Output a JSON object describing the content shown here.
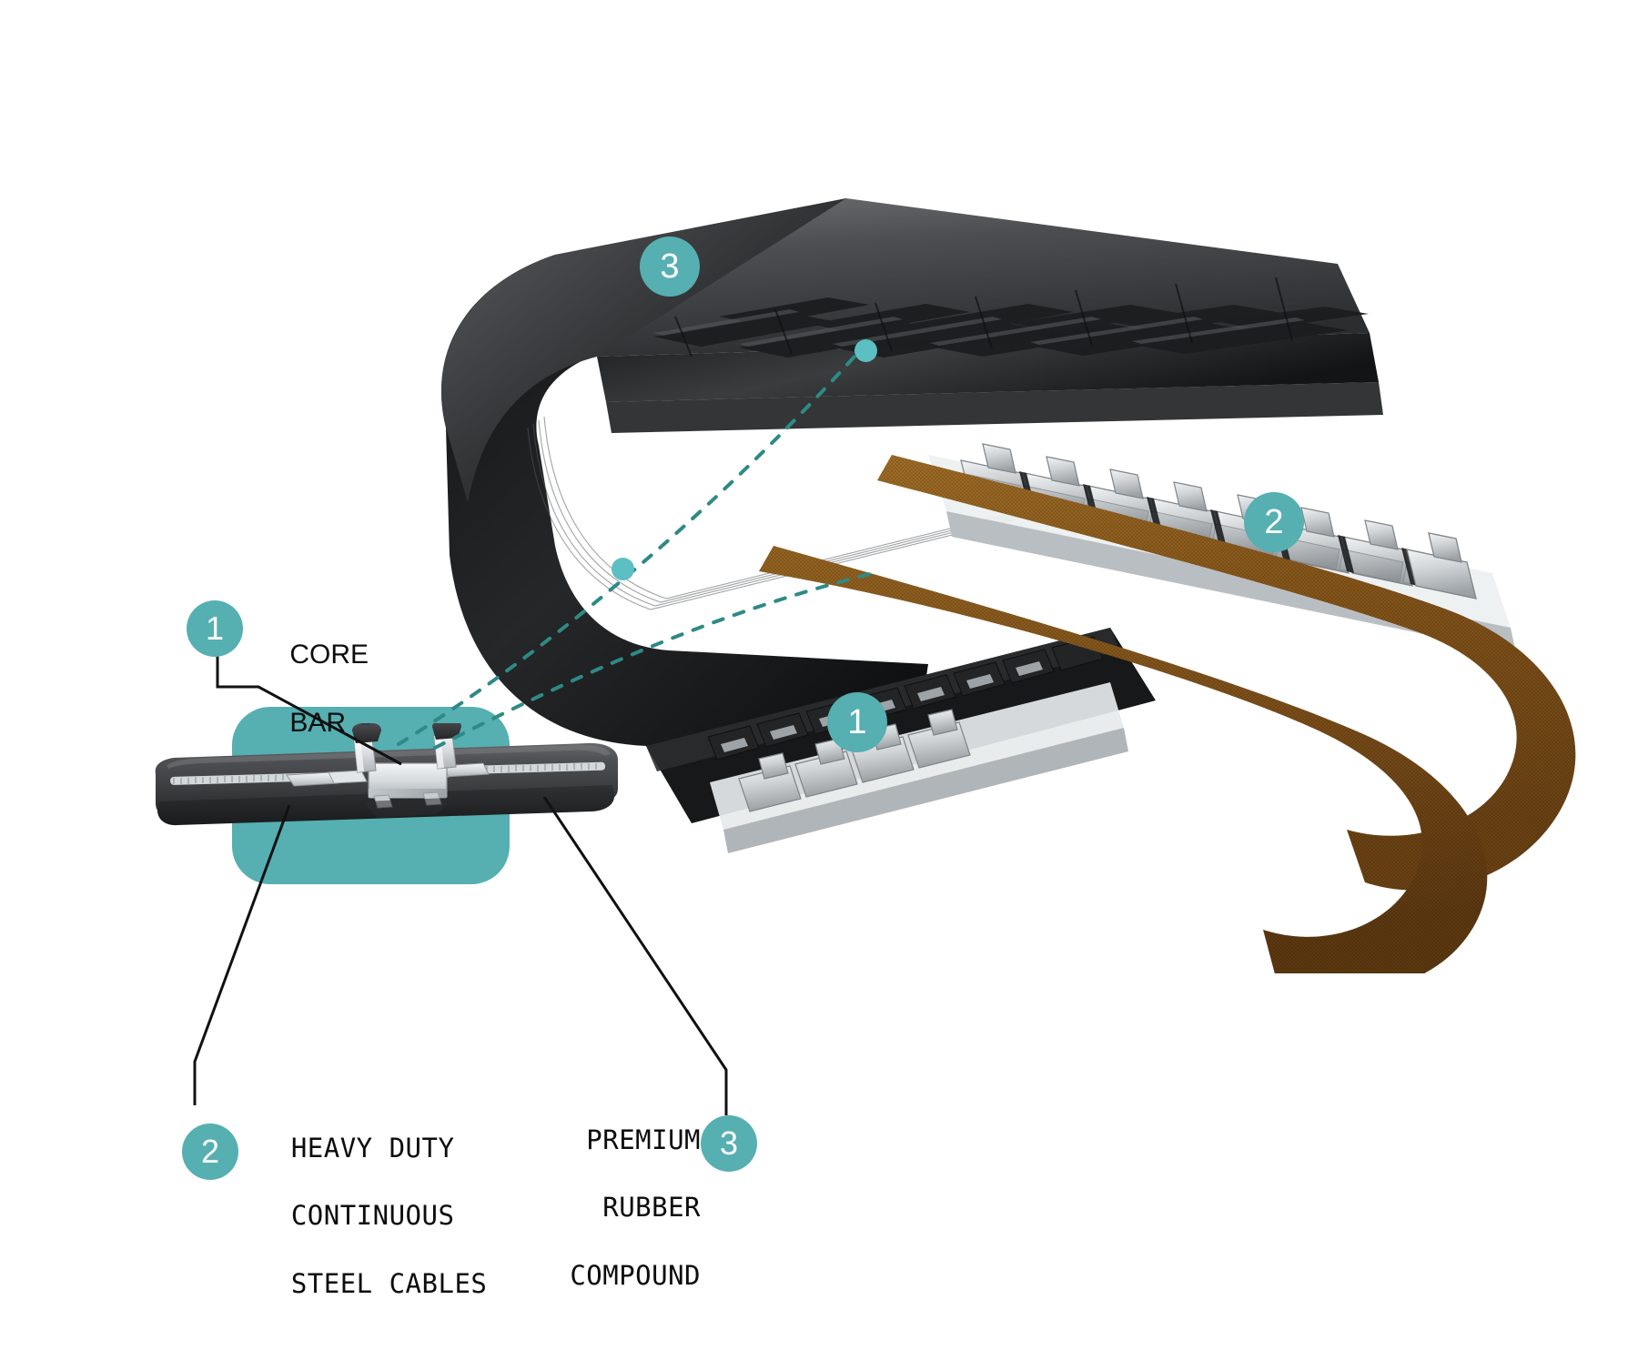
{
  "diagram": {
    "title": "Rubber Track Construction Cutaway",
    "accent_color": "#56AFB1",
    "dash_color": "#2E8A86",
    "rubber_color": "#3A3A3C",
    "steel_color": "#C9CDD0",
    "cable_belt_color": "#8C5A1E"
  },
  "callouts": [
    {
      "id": "1",
      "number": "1",
      "label_lines": [
        "CORE",
        "BAR"
      ],
      "align": "left",
      "font": "sans"
    },
    {
      "id": "2",
      "number": "2",
      "label_lines": [
        "HEAVY DUTY",
        "CONTINUOUS",
        "STEEL CABLES"
      ],
      "align": "left",
      "font": "mono"
    },
    {
      "id": "3",
      "number": "3",
      "label_lines": [
        "PREMIUM",
        "RUBBER",
        "COMPOUND"
      ],
      "align": "right",
      "font": "mono"
    }
  ],
  "markers": [
    {
      "id": "marker-core-bar-main",
      "number": "1"
    },
    {
      "id": "marker-steel-cable-main",
      "number": "2"
    },
    {
      "id": "marker-rubber-main",
      "number": "3"
    }
  ],
  "labels": {
    "core_bar_line1": "CORE",
    "core_bar_line2": "BAR",
    "steel_cables_line1": "HEAVY DUTY",
    "steel_cables_line2": "CONTINUOUS",
    "steel_cables_line3": "STEEL CABLES",
    "rubber_line1": "PREMIUM",
    "rubber_line2": "RUBBER",
    "rubber_line3": "COMPOUND",
    "badge_1": "1",
    "badge_2": "2",
    "badge_3": "3",
    "badge_1_main": "1",
    "badge_2_main": "2",
    "badge_3_main": "3"
  }
}
